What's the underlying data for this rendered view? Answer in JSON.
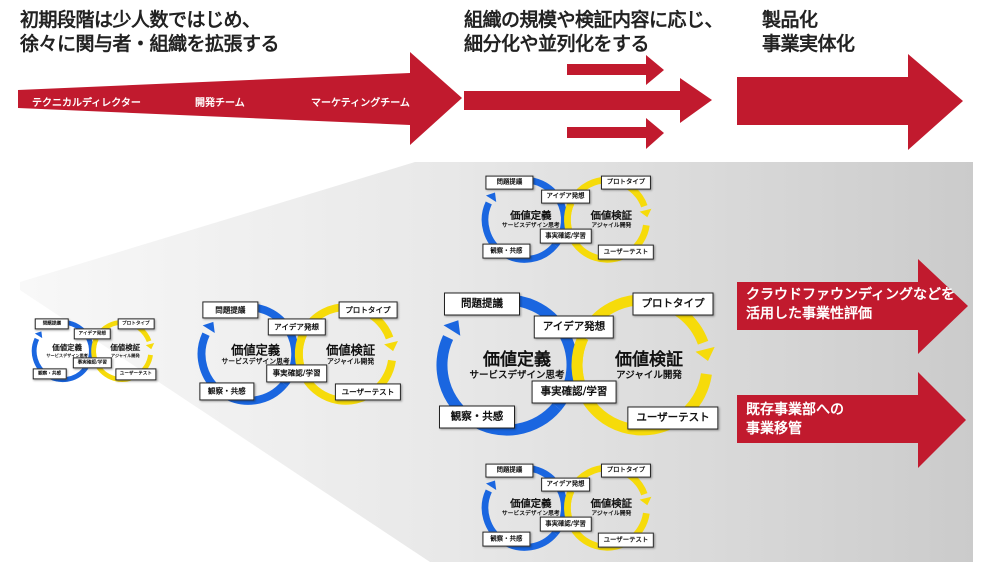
{
  "colors": {
    "accent_red": "#c11a2e",
    "loop_blue": "#1a66e0",
    "loop_yellow": "#f6db0a",
    "panel_gray_dark": "#cbcbcb",
    "panel_gray_light": "#f6f6f6"
  },
  "headings": {
    "phase1": "初期段階は少人数ではじめ、\n徐々に関与者・組織を拡張する",
    "phase2": "組織の規模や検証内容に応じ、\n細分化や並列化をする",
    "phase3": "製品化\n事業実体化"
  },
  "main_arrow": {
    "labels": [
      "テクニカルディレクター",
      "開発チーム",
      "マーケティングチーム"
    ]
  },
  "outcomes": [
    {
      "label": "クラウドファウンディングなどを\n活用した事業性評価"
    },
    {
      "label": "既存事業部への\n事業移管"
    }
  ],
  "loop": {
    "left_title": "価値定義",
    "left_subtitle": "サービスデザイン思考",
    "right_title": "価値検証",
    "right_subtitle": "アジャイル開発",
    "steps": {
      "problem": "問題提議",
      "idea": "アイデア発想",
      "prototype": "プロトタイプ",
      "fact": "事実確認/学習",
      "observe": "観察・共感",
      "usertest": "ユーザーテスト"
    }
  },
  "loop_instances": [
    {
      "id": "loop-small-left"
    },
    {
      "id": "loop-medium"
    },
    {
      "id": "loop-large-center"
    },
    {
      "id": "loop-parallel-top"
    },
    {
      "id": "loop-parallel-bottom"
    }
  ]
}
